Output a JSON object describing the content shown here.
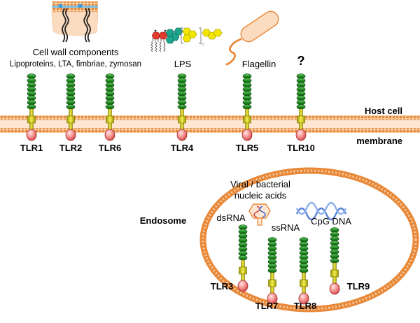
{
  "ligands": {
    "cell_wall_title": "Cell wall components",
    "cell_wall_list": "Lipoproteins, LTA, fimbriae, zymosan",
    "lps": "LPS",
    "flagellin": "Flagellin",
    "unknown": "?"
  },
  "membrane": {
    "host_cell": "Host cell",
    "membrane": "membrane"
  },
  "surface_receptors": [
    "TLR1",
    "TLR2",
    "TLR6",
    "TLR4",
    "TLR5",
    "TLR10"
  ],
  "endosome": {
    "label": "Endosome",
    "nucleic_acids_line1": "Viral / bacterial",
    "nucleic_acids_line2": "nucleic acids",
    "dsrna": "dsRNA",
    "ssrna": "ssRNA",
    "cpg_dna": "CpG DNA",
    "receptors": [
      "TLR3",
      "TLR7",
      "TLR8",
      "TLR9"
    ]
  },
  "colors": {
    "membrane": "#e8893a",
    "membrane_fill": "#f6c79c",
    "receptor_green": "#1f7a1f",
    "receptor_stem": "#c9c000",
    "tir_pink": "#f07a7a",
    "lps_red": "#e03b2c",
    "lps_teal": "#1aa58c",
    "lps_yellow": "#f2e600",
    "dna_blue": "#5b84d8"
  }
}
